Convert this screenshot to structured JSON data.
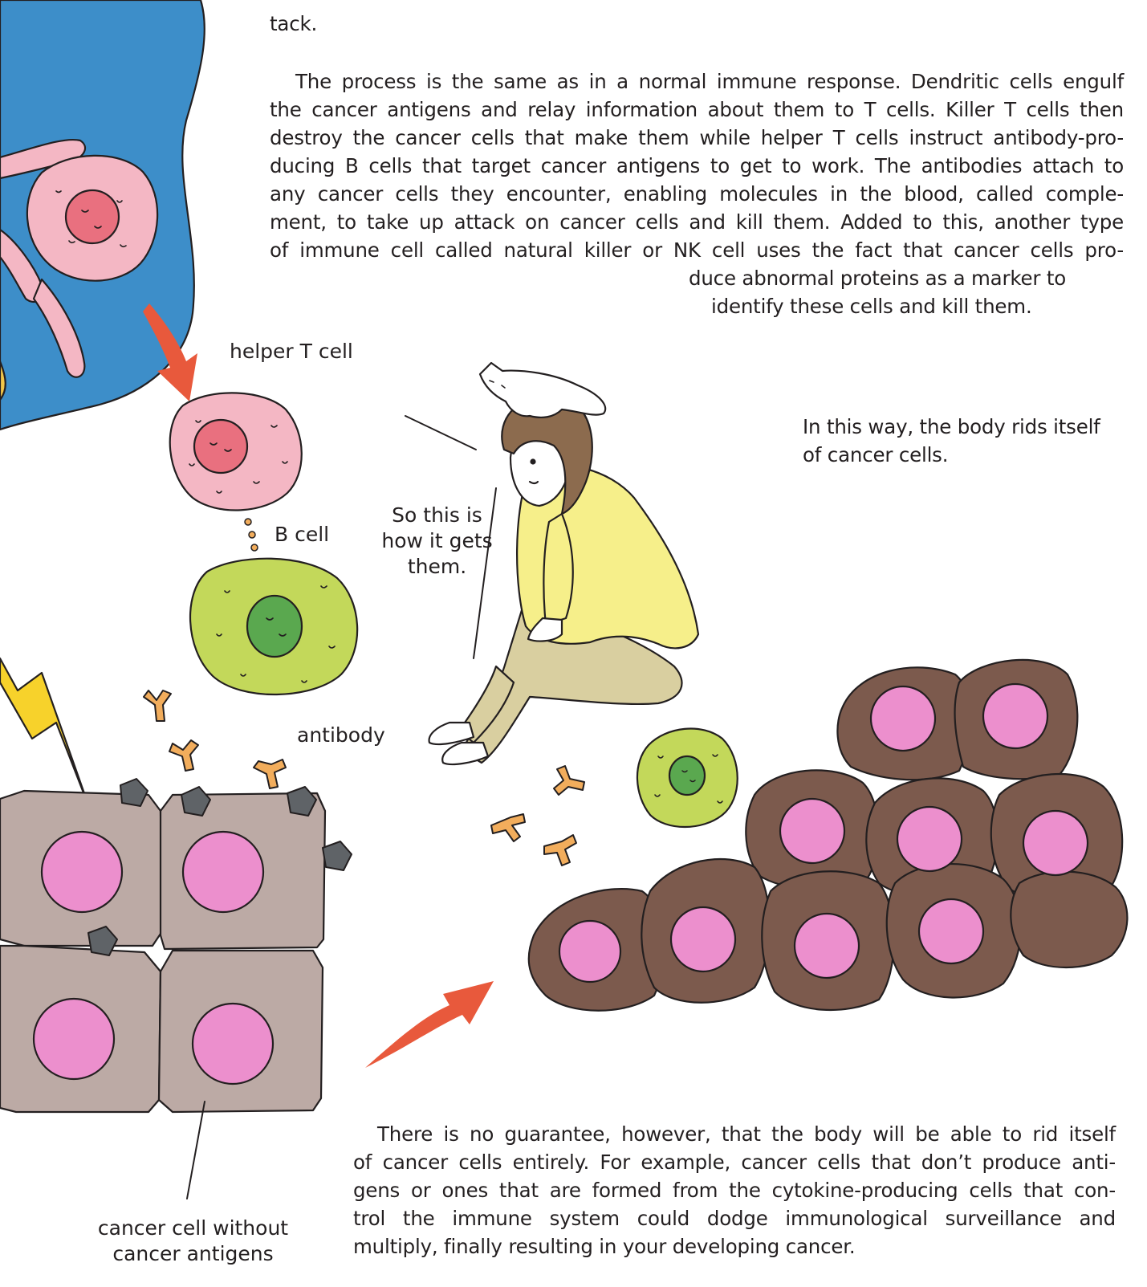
{
  "text_top": {
    "fragment": "tack.",
    "paragraph1_lines": [
      "The process is the same as in a normal immune response. Dendritic cells engulf",
      "the cancer antigens and relay information about them to T cells. Killer T cells then",
      "destroy the cancer cells that make them while helper T cells instruct antibody-pro-",
      "ducing B cells that target cancer antigens to get to work. The antibodies attach to",
      "any cancer cells they encounter, enabling molecules in the blood, called comple-",
      "ment, to take up attack on cancer cells and kill them. Added to this, another type",
      "of immune cell called natural killer or NK cell uses the fact that cancer cells pro-"
    ],
    "paragraph1_tail": [
      "duce abnormal proteins as a marker to",
      "identify these cells and kill them."
    ],
    "paragraph2_lines": [
      "In this way, the body rids itself",
      "of cancer cells."
    ]
  },
  "labels": {
    "helper_t_cell": "helper T cell",
    "b_cell": "B cell",
    "antibody": "antibody",
    "cancer_cell_line1": "cancer cell without",
    "cancer_cell_line2": "cancer antigens"
  },
  "speech": {
    "line1": "So this is",
    "line2": "how it gets",
    "line3": "them."
  },
  "text_bottom": {
    "paragraph3_lines": [
      "There is no guarantee, however, that the body will be able to rid itself",
      "of cancer cells entirely. For example, cancer cells that don’t produce anti-",
      "gens or ones that are formed from the cytokine-producing cells that con-",
      "trol the immune system could dodge immunological surveillance and",
      "multiply, finally resulting in your developing cancer."
    ]
  },
  "colors": {
    "dendritic_blue": "#3d8ec9",
    "helper_pink": "#f4b7c4",
    "nucleus_red": "#e9707f",
    "b_cell_green": "#c3d85a",
    "b_nucleus_green": "#5aa84f",
    "antibody_orange": "#f2ad5c",
    "antigen_gray": "#5f6367",
    "normal_cell_brown": "#bcaaa5",
    "cancer_cell_brown": "#7c5a4d",
    "nucleus_pink": "#ec8fcd",
    "arrow_red": "#e8593c",
    "lightning_yellow": "#f7d22b",
    "shirt_yellow": "#f6ef8a",
    "pants_tan": "#d9cfa0",
    "hair_brown": "#8c6b4e"
  }
}
